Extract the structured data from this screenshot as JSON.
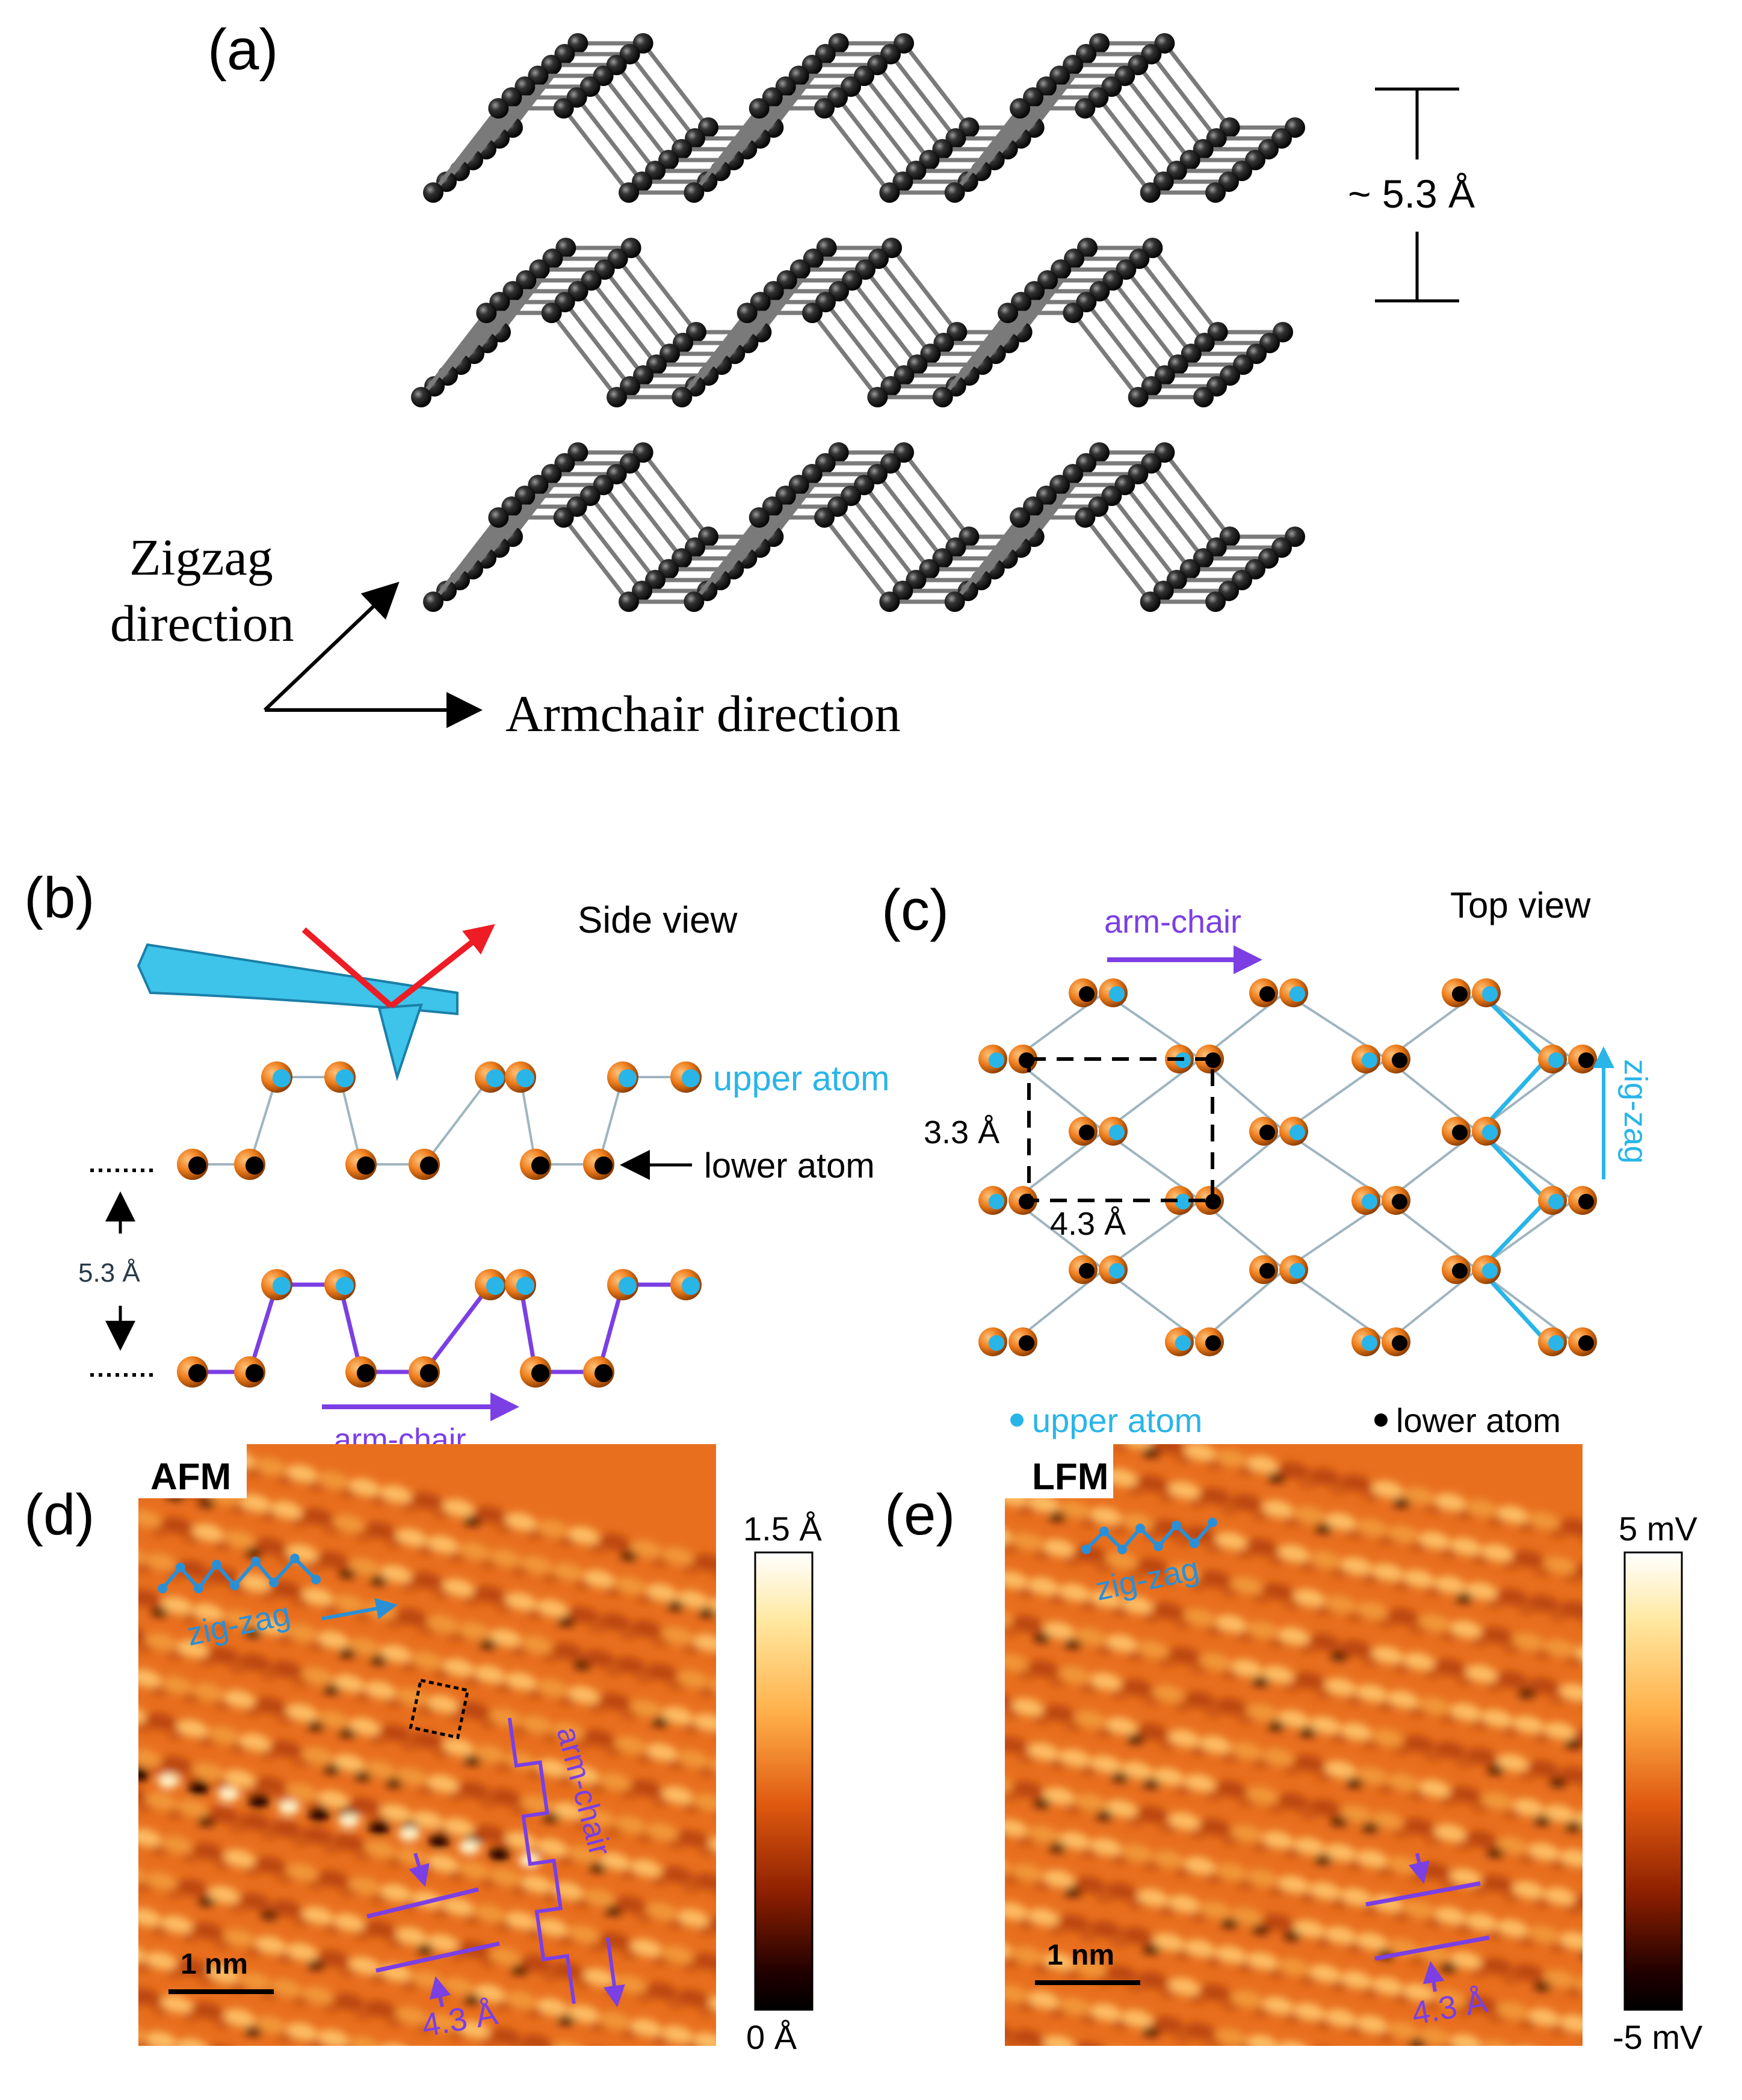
{
  "panels": {
    "a": {
      "label": "(a)",
      "spacing": "~ 5.3 Å",
      "zigzag_line1": "Zigzag",
      "zigzag_line2": "direction",
      "armchair": "Armchair direction"
    },
    "b": {
      "label": "(b)",
      "title": "Side view",
      "upper": "upper atom",
      "lower": "lower atom",
      "spacing": "5.3 Å",
      "armchair": "arm-chair"
    },
    "c": {
      "label": "(c)",
      "title": "Top view",
      "armchair": "arm-chair",
      "zigzag": "zig-zag",
      "dim_vertical": "3.3 Å",
      "dim_horizontal": "4.3 Å",
      "legend_upper": "upper atom",
      "legend_lower": "lower atom"
    },
    "d": {
      "label": "(d)",
      "mode": "AFM",
      "zigzag": "zig-zag",
      "armchair": "arm-chair",
      "spacing": "4.3 Å",
      "scalebar": "1 nm",
      "cbar_max": "1.5 Å",
      "cbar_min": "0 Å"
    },
    "e": {
      "label": "(e)",
      "mode": "LFM",
      "zigzag": "zig-zag",
      "spacing": "4.3 Å",
      "scalebar": "1 nm",
      "cbar_max": "5 mV",
      "cbar_min": "-5 mV"
    }
  },
  "colors": {
    "atom_orange": "#ee7d1c",
    "upper_blue": "#29b5e8",
    "armchair_purple": "#7b3fe4",
    "zigzag_blue": "#29b5e8",
    "laser_red": "#ee1c24",
    "cantilever": "#3ec3ea"
  }
}
